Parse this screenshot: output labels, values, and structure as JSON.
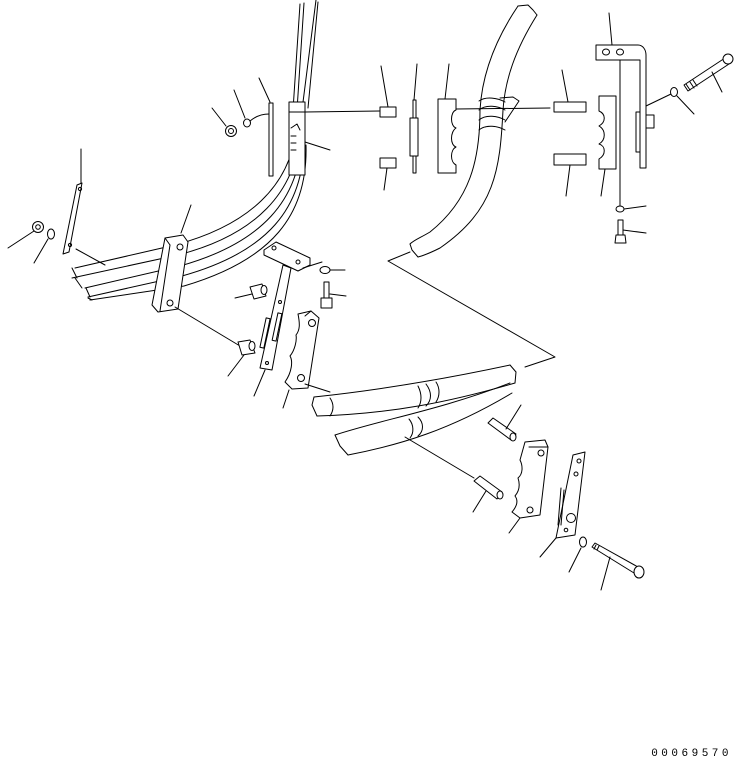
{
  "diagram": {
    "type": "exploded-parts-view",
    "subject": "hose / pipe clamp assembly with leaf-style bundled tubes",
    "drawing_id": "00069570",
    "colors": {
      "line": "#000000",
      "background": "#ffffff"
    },
    "parts": [
      {
        "id": "nut-left",
        "label": "nut"
      },
      {
        "id": "washer-left",
        "label": "washer"
      },
      {
        "id": "plate-left",
        "label": "plate"
      },
      {
        "id": "clamp-block-left",
        "label": "clamp block"
      },
      {
        "id": "tube-bundle",
        "label": "tube bundle"
      },
      {
        "id": "bracket-center",
        "label": "bracket"
      },
      {
        "id": "spacer-center-1",
        "label": "spacer"
      },
      {
        "id": "spacer-center-2",
        "label": "spacer"
      },
      {
        "id": "clamp-half-center",
        "label": "clamp half"
      },
      {
        "id": "washer-center",
        "label": "washer"
      },
      {
        "id": "bolt-center",
        "label": "bolt"
      },
      {
        "id": "nut-top",
        "label": "nut"
      },
      {
        "id": "washer-top",
        "label": "washer"
      },
      {
        "id": "plate-top",
        "label": "plate"
      },
      {
        "id": "clamp-upper",
        "label": "clamp"
      },
      {
        "id": "spacer-top-1",
        "label": "spacer"
      },
      {
        "id": "spacer-top-2",
        "label": "spacer"
      },
      {
        "id": "plate-thin-top",
        "label": "plate"
      },
      {
        "id": "clamp-half-top",
        "label": "clamp half"
      },
      {
        "id": "hose-upper",
        "label": "hose"
      },
      {
        "id": "spacer-right-1",
        "label": "spacer"
      },
      {
        "id": "spacer-right-2",
        "label": "spacer"
      },
      {
        "id": "clamp-half-right",
        "label": "clamp half"
      },
      {
        "id": "bracket-right",
        "label": "bracket"
      },
      {
        "id": "washer-right",
        "label": "washer"
      },
      {
        "id": "bolt-right",
        "label": "bolt"
      },
      {
        "id": "washer-right-lower",
        "label": "washer"
      },
      {
        "id": "bolt-right-lower",
        "label": "bolt"
      },
      {
        "id": "hose-lower",
        "label": "hose"
      },
      {
        "id": "spacer-bottom-1",
        "label": "spacer"
      },
      {
        "id": "spacer-bottom-2",
        "label": "spacer"
      },
      {
        "id": "clamp-half-bottom",
        "label": "clamp half"
      },
      {
        "id": "bracket-bottom",
        "label": "bracket"
      },
      {
        "id": "washer-bottom",
        "label": "washer"
      },
      {
        "id": "bolt-bottom",
        "label": "bolt"
      }
    ]
  }
}
